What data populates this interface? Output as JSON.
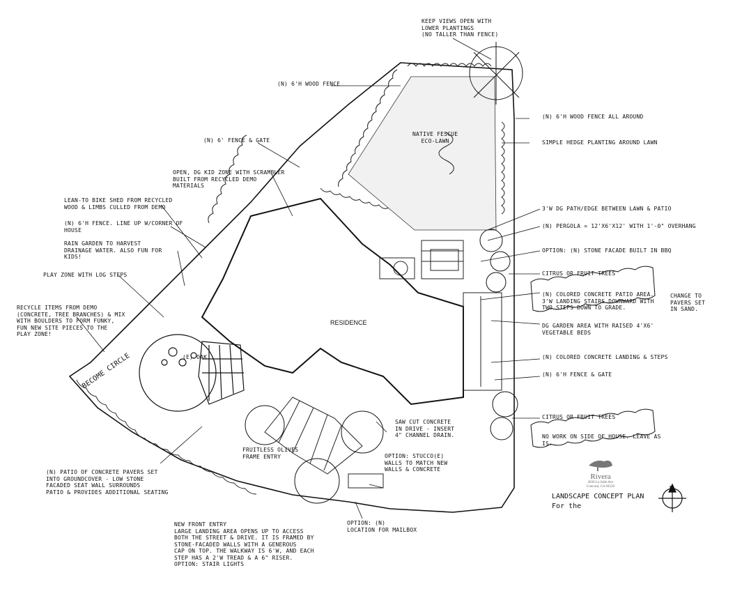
{
  "plan": {
    "title": "LANDSCAPE CONCEPT PLAN\nFor the",
    "residence_label": "RESIDENCE",
    "oak_label": "(E) OAK",
    "compass_label": "N",
    "firm": {
      "name": "Rivera",
      "address_line1": "2830 La Salle Ave",
      "address_line2": "Concord, CA 94520"
    }
  },
  "notes": {
    "views_open": "KEEP VIEWS OPEN WITH\nLOWER PLANTINGS\n(NO TALLER THAN FENCE)",
    "wood_fence_top": "(N) 6'H WOOD FENCE",
    "fence_all_around": "(N) 6'H WOOD FENCE ALL AROUND",
    "native_lawn": "NATIVE FESCUE\nECO-LAWN",
    "hedge_around_lawn": "SIMPLE HEDGE PLANTING AROUND LAWN",
    "fence_gate_top": "(N) 6' FENCE & GATE",
    "play_zone_open": "OPEN, DG KID ZONE WITH SCRAMBLER\nBUILT FROM RECYCLED DEMO\nMATERIALS",
    "lean_to": "LEAN-TO BIKE SHED FROM RECYCLED\nWOOD & LIMBS CULLED FROM DEMO",
    "fence_line_up": "(N) 6'H FENCE. LINE UP W/CORNER OF\nHOUSE",
    "rain_garden": "RAIN GARDEN TO HARVEST\nDRAINAGE WATER. ALSO FUN FOR\nKIDS!",
    "play_zone_logs": "PLAY ZONE WITH LOG STEPS",
    "recycle_items": "RECYCLE ITEMS FROM DEMO\n(CONCRETE, TREE BRANCHES) & MIX\nWITH BOULDERS TO FORM FUNKY,\nFUN NEW SITE PIECES TO THE\nPLAY ZONE!",
    "dg_path": "3'W DG PATH/EDGE BETWEEN LAWN & PATIO",
    "pergola": "(N) PERGOLA = 12'x6'x12' WITH 1'-0\" OVERHANG",
    "option_stone": "OPTION: (N) STONE FACADE BUILT IN BBQ",
    "citrus_top": "CITRUS or FRUIT TREES",
    "colored_patio": "(N) COLORED CONCRETE PATIO AREA.\n3'W LANDING STAIRS DOWNWARD WITH\nTWO STEPS DOWN TO GRADE.",
    "change_pavers": "CHANGE TO\nPAVERS SET\nIN SAND.",
    "dg_garden": "DG GARDEN AREA WITH RAISED 4'x6'\nVEGETABLE BEDS",
    "colored_landing": "(N) COLORED CONCRETE LANDING & STEPS",
    "fence_gate_right": "(N) 6'H FENCE & GATE",
    "citrus_bottom": "CITRUS or FRUIT TREES",
    "no_work": "NO WORK ON SIDE OF HOUSE. LEAVE AS\nIS.",
    "saw_cut": "SAW CUT CONCRETE\nIN DRIVE - INSERT\n4\" CHANNEL DRAIN.",
    "option_stucco": "OPTION: STUCCO(E)\nWALLS TO MATCH NEW\nWALLS & CONCRETE",
    "fruitless_olives": "FRUITLESS OLIVES\nFRAME ENTRY",
    "pavers_patio": "(N) PATIO OF CONCRETE PAVERS SET\nINTO GROUNDCOVER - LOW STONE\nFACADED SEAT WALL SURROUNDS\nPATIO & PROVIDES ADDITIONAL SEATING",
    "new_front_entry": "NEW FRONT ENTRY\nLARGE LANDING AREA OPENS UP TO ACCESS\nBOTH THE STREET & DRIVE. IT IS FRAMED BY\nSTONE-FACADED WALLS WITH A GENEROUS\nCAP ON TOP. THE WALKWAY IS 6'W, AND EACH\nSTEP HAS A 2'W TREAD & A 6\" RISER.\nOPTION: STAIR LIGHTS",
    "option_mailbox": "OPTION: (N)\nLOCATION FOR MAILBOX",
    "area_note": "BECOME CIRCLE"
  }
}
